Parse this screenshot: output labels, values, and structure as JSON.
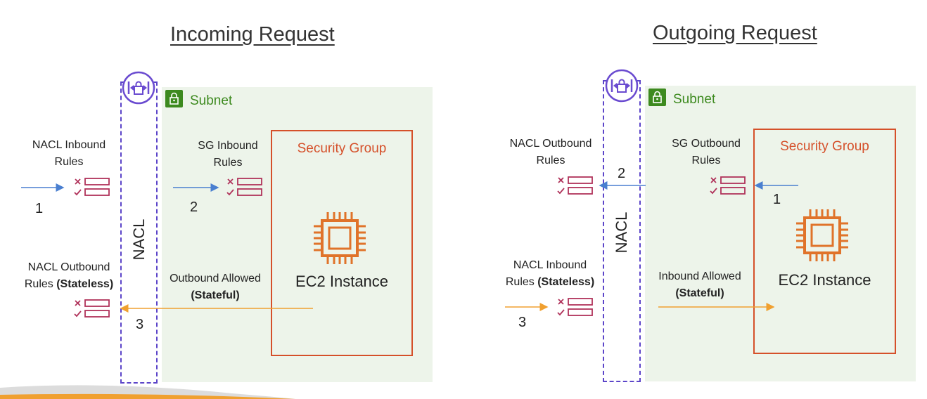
{
  "panels": {
    "incoming": {
      "title": "Incoming Request",
      "subnet_label": "Subnet",
      "security_group_label": "Security Group",
      "nacl_label": "NACL",
      "nacl_rules_top": "NACL Inbound",
      "nacl_rules_top_2": "Rules",
      "sg_rules": "SG Inbound",
      "sg_rules_2": "Rules",
      "nacl_rules_bottom": "NACL Outbound",
      "nacl_rules_bottom_2": "Rules",
      "nacl_rules_bottom_bold": "(Stateless)",
      "stateful_label": "Outbound Allowed",
      "stateful_bold": "(Stateful)",
      "ec2_label": "EC2 Instance",
      "step1": "1",
      "step2": "2",
      "step3": "3"
    },
    "outgoing": {
      "title": "Outgoing Request",
      "subnet_label": "Subnet",
      "security_group_label": "Security Group",
      "nacl_label": "NACL",
      "nacl_rules_top": "NACL Outbound",
      "nacl_rules_top_2": "Rules",
      "sg_rules": "SG Outbound",
      "sg_rules_2": "Rules",
      "nacl_rules_bottom": "NACL Inbound",
      "nacl_rules_bottom_2": "Rules",
      "nacl_rules_bottom_bold": "(Stateless)",
      "stateful_label": "Inbound Allowed",
      "stateful_bold": "(Stateful)",
      "ec2_label": "EC2 Instance",
      "step1": "1",
      "step2": "2",
      "step3": "3"
    }
  },
  "colors": {
    "subnet_bg": "#edf4ea",
    "subnet_green": "#3d8a1f",
    "security_group": "#d5502a",
    "nacl_dashed": "#5c45c9",
    "rules_icon": "#b0325a",
    "arrow_blue": "#4a7fd0",
    "arrow_orange": "#f0a030",
    "ec2_orange": "#e0732a"
  },
  "icons": {
    "nacl": "nacl-shield-icon",
    "subnet": "lock-icon",
    "rules": "rules-list-icon",
    "ec2": "ec2-chip-icon"
  }
}
